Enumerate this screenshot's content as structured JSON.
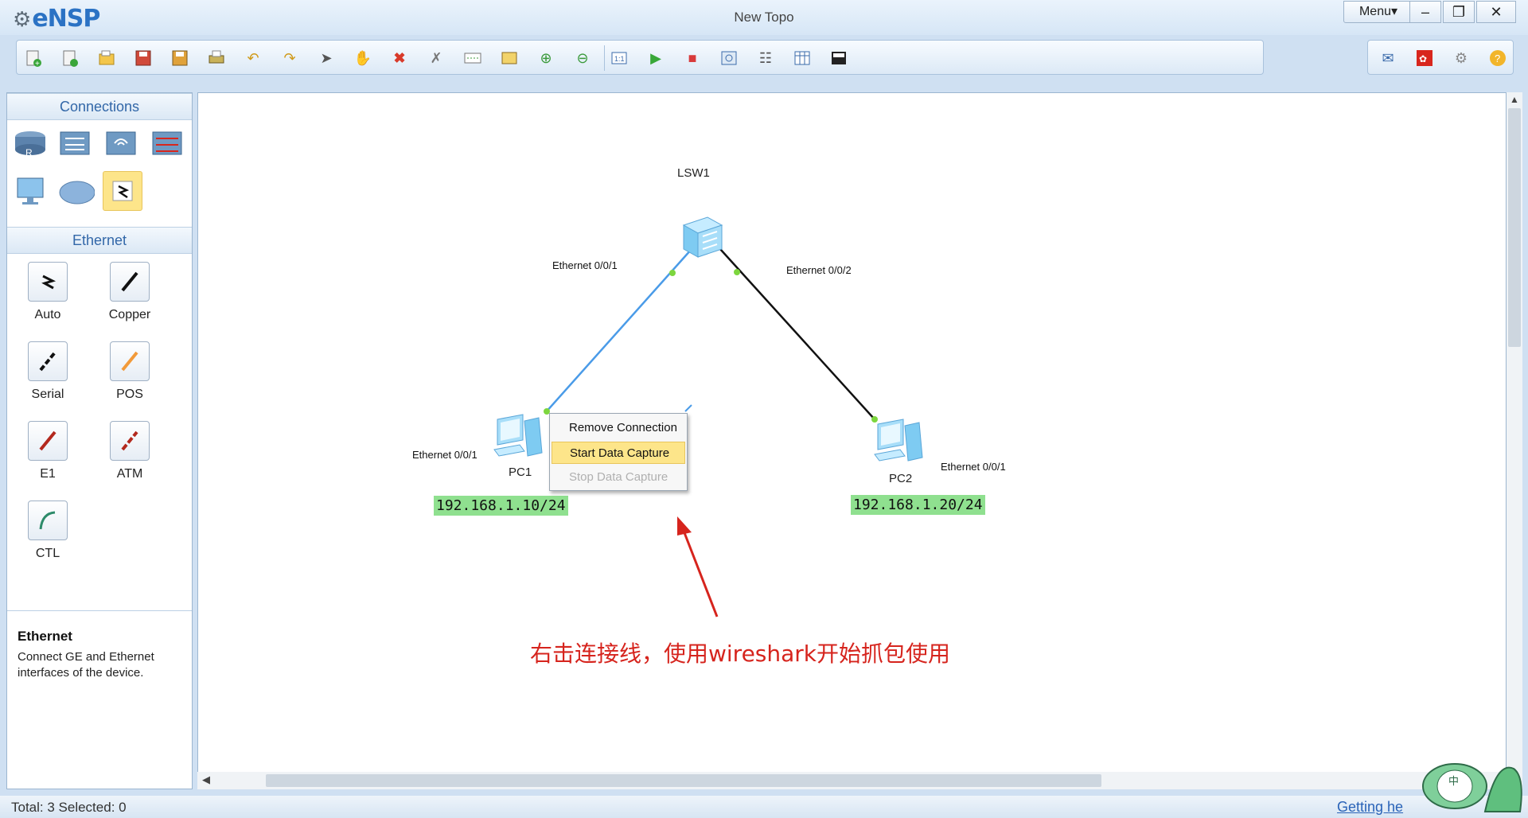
{
  "app": {
    "logo": "eNSP",
    "window_title": "New Topo",
    "menu_label": "Menu▾"
  },
  "window_controls": {
    "minimize": "–",
    "restore": "❐",
    "close": "✕"
  },
  "toolbar": {
    "items": [
      "new-topo-icon",
      "new-lab-icon",
      "open-icon",
      "save-icon",
      "save-as-icon",
      "print-icon",
      "undo-icon",
      "redo-icon",
      "select-icon",
      "hand-icon",
      "delete-icon",
      "delete-connection-icon",
      "text-icon",
      "palette-icon",
      "zoom-in-icon",
      "zoom-out-icon",
      "fit-icon",
      "start-icon",
      "stop-icon",
      "capture-icon",
      "topology-icon",
      "grid-icon",
      "terminal-icon"
    ],
    "right_items": [
      "chat-icon",
      "huawei-icon",
      "settings-icon",
      "help-icon"
    ]
  },
  "sidebar": {
    "connections_title": "Connections",
    "ethernet_title": "Ethernet",
    "cables": [
      {
        "label": "Auto"
      },
      {
        "label": "Copper"
      },
      {
        "label": "Serial"
      },
      {
        "label": "POS"
      },
      {
        "label": "E1"
      },
      {
        "label": "ATM"
      },
      {
        "label": "CTL"
      }
    ],
    "description_title": "Ethernet",
    "description_text": "Connect GE and Ethernet interfaces of the device."
  },
  "topology": {
    "switch_label": "LSW1",
    "pc1_label": "PC1",
    "pc2_label": "PC2",
    "link1_switch_port": "Ethernet 0/0/1",
    "link2_switch_port": "Ethernet 0/0/2",
    "pc1_port": "Ethernet 0/0/1",
    "pc2_port": "Ethernet 0/0/1",
    "pc1_ip": "192.168.1.10/24",
    "pc2_ip": "192.168.1.20/24"
  },
  "context_menu": {
    "remove": "Remove Connection",
    "start": "Start Data Capture",
    "stop": "Stop Data Capture"
  },
  "annotation": "右击连接线，使用wireshark开始抓包使用",
  "status": {
    "text": "Total: 3  Selected: 0",
    "help": "Getting he"
  },
  "colors": {
    "accent": "#3267a8",
    "ip_bg": "#8fe08f",
    "link_selected": "#4a9be8",
    "annotation": "#d6241d"
  }
}
